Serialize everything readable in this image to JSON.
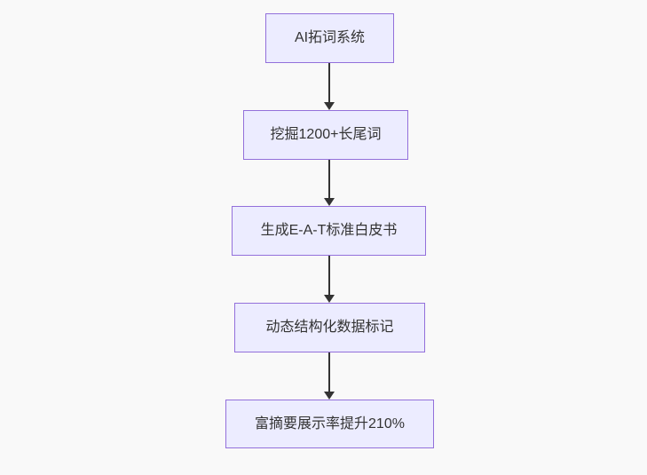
{
  "flowchart": {
    "type": "vertical-flowchart",
    "background_color": "#f9f9f9",
    "node_fill_color": "#ececff",
    "node_border_color": "#9370db",
    "arrow_color": "#333333",
    "text_color": "#333333",
    "nodes": [
      {
        "id": "node-1",
        "label": "AI拓词系统"
      },
      {
        "id": "node-2",
        "label": "挖掘1200+长尾词"
      },
      {
        "id": "node-3",
        "label": "生成E-A-T标准白皮书"
      },
      {
        "id": "node-4",
        "label": "动态结构化数据标记"
      },
      {
        "id": "node-5",
        "label": "富摘要展示率提升210%"
      }
    ],
    "edges": [
      {
        "from": "node-1",
        "to": "node-2",
        "style": "arrow-down"
      },
      {
        "from": "node-2",
        "to": "node-3",
        "style": "arrow-down"
      },
      {
        "from": "node-3",
        "to": "node-4",
        "style": "arrow-down"
      },
      {
        "from": "node-4",
        "to": "node-5",
        "style": "arrow-down"
      }
    ]
  }
}
